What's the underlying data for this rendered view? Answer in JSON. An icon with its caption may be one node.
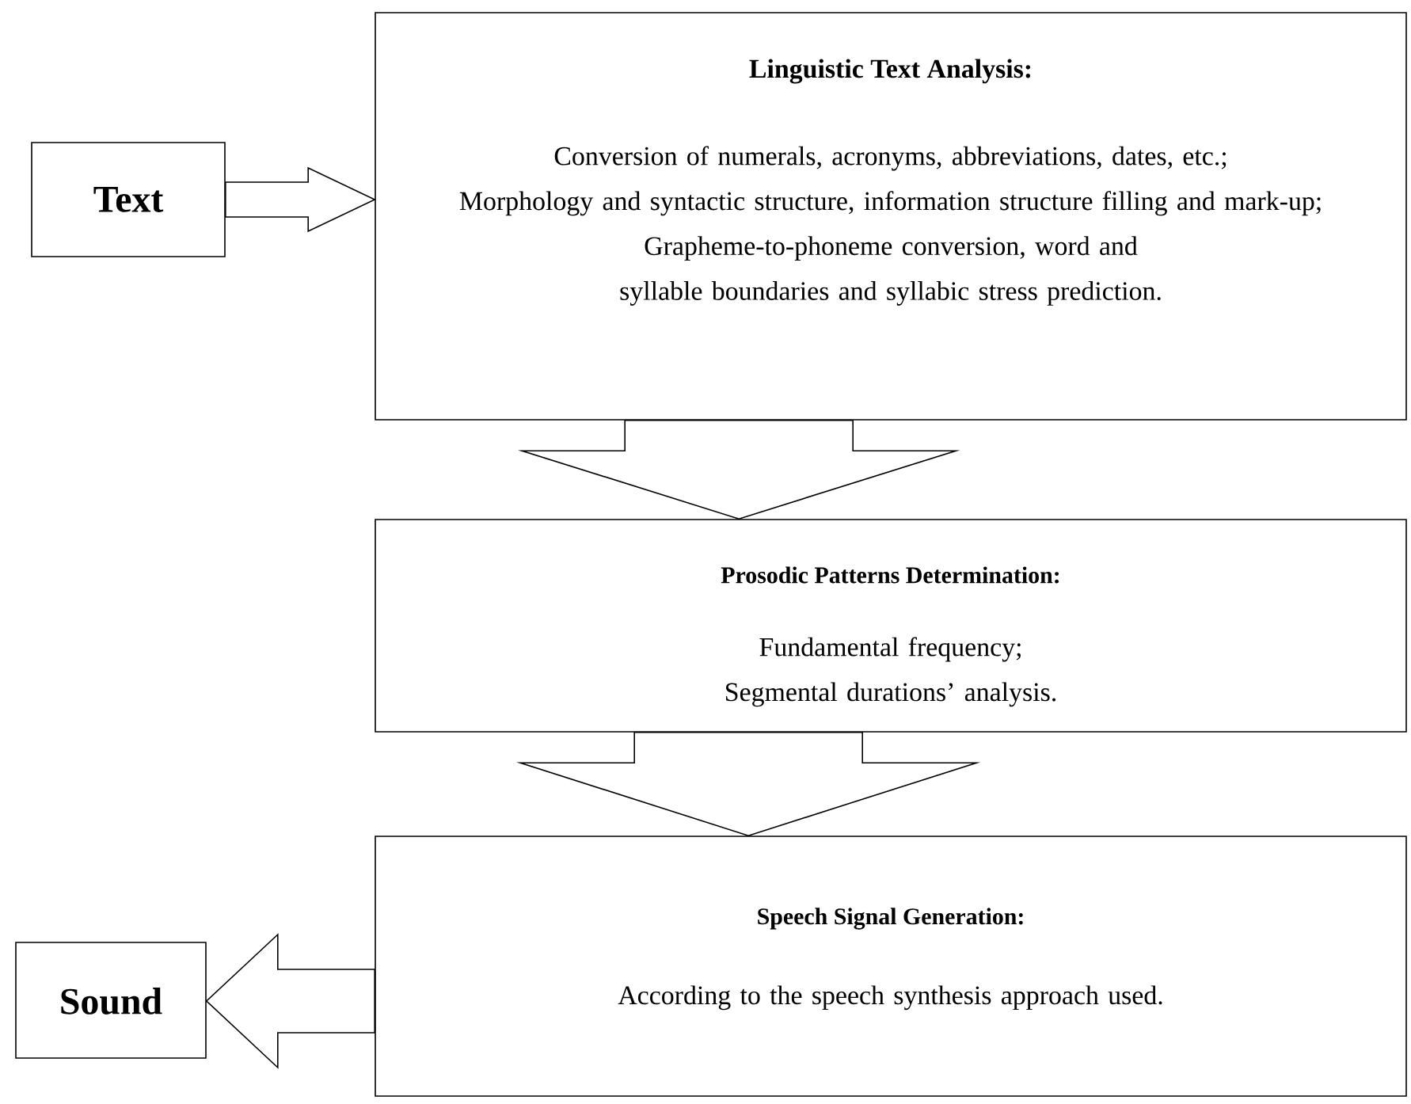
{
  "diagram": {
    "nodes": [
      {
        "text": [
          "Text"
        ]
      },
      {
        "text": [
          "Linguistic Text Analysis:",
          "Conversion of numerals, acronyms, abbreviations, dates, etc.;",
          "Morphology and syntactic structure, information structure filling and mark-up;",
          "Grapheme-to-phoneme conversion, word and syllable boundaries and syllabic stress prediction."
        ]
      },
      {
        "text": [
          "Prosodic Patterns Determination:",
          "Fundamental frequency;",
          "Segmental durations’ analysis."
        ]
      },
      {
        "text": [
          "Speech Signal Generation:",
          "According to the speech synthesis approach used."
        ]
      },
      {
        "text": [
          "Sound"
        ]
      }
    ],
    "edges": [
      {
        "from": 0,
        "to": 1,
        "arrow": "to"
      },
      {
        "from": 1,
        "to": 2,
        "arrow": "to"
      },
      {
        "from": 2,
        "to": 3,
        "arrow": "to"
      },
      {
        "from": 3,
        "to": 4,
        "arrow": "to"
      }
    ]
  }
}
